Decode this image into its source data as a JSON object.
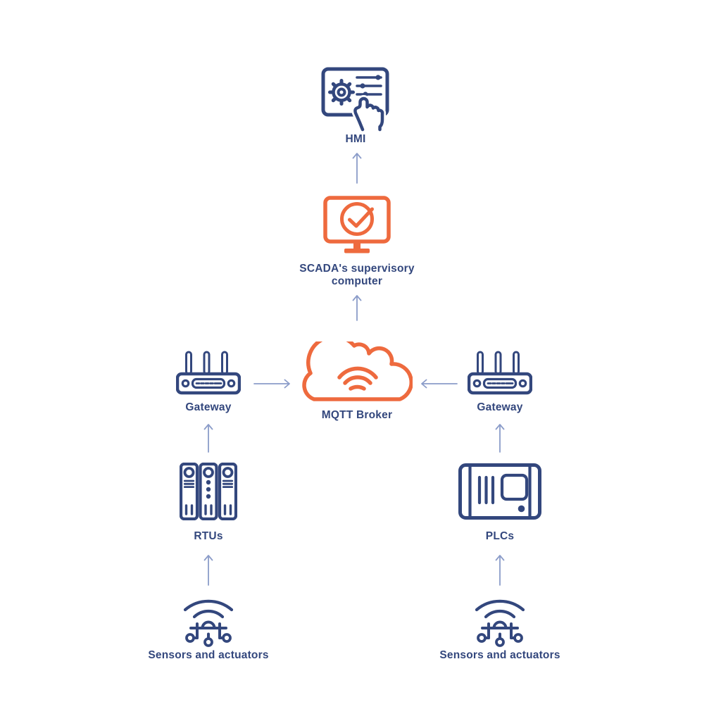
{
  "diagram": {
    "colors": {
      "navy": "#33477D",
      "orange": "#EE6A3E",
      "arrow": "#8B9CC9",
      "bg": "#FFFFFF"
    },
    "nodes": [
      {
        "id": "hmi",
        "label": "HMI",
        "icon": "hmi-touch-panel-icon"
      },
      {
        "id": "scada",
        "label": "SCADA's supervisory computer",
        "icon": "monitor-check-icon"
      },
      {
        "id": "mqtt-broker",
        "label": "MQTT Broker",
        "icon": "cloud-wifi-icon"
      },
      {
        "id": "gateway-left",
        "label": "Gateway",
        "icon": "router-icon"
      },
      {
        "id": "gateway-right",
        "label": "Gateway",
        "icon": "router-icon"
      },
      {
        "id": "rtus",
        "label": "RTUs",
        "icon": "server-racks-icon"
      },
      {
        "id": "plcs",
        "label": "PLCs",
        "icon": "plc-device-icon"
      },
      {
        "id": "sensors-left",
        "label": "Sensors and actuators",
        "icon": "sensor-wifi-icon"
      },
      {
        "id": "sensors-right",
        "label": "Sensors and actuators",
        "icon": "sensor-wifi-icon"
      }
    ],
    "connections": [
      {
        "from": "scada",
        "to": "hmi"
      },
      {
        "from": "mqtt-broker",
        "to": "scada"
      },
      {
        "from": "gateway-left",
        "to": "mqtt-broker"
      },
      {
        "from": "gateway-right",
        "to": "mqtt-broker"
      },
      {
        "from": "rtus",
        "to": "gateway-left"
      },
      {
        "from": "plcs",
        "to": "gateway-right"
      },
      {
        "from": "sensors-left",
        "to": "rtus"
      },
      {
        "from": "sensors-right",
        "to": "plcs"
      }
    ]
  }
}
